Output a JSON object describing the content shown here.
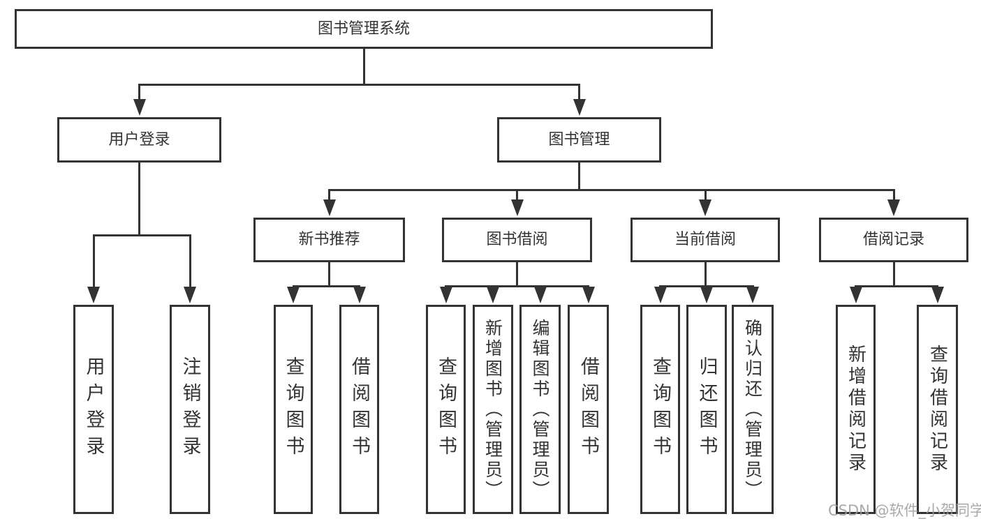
{
  "diagram": {
    "line_color": "#333333",
    "box_border_color": "#333333",
    "text_color": "#333333",
    "background_color": "#ffffff",
    "watermark": {
      "text": "CSDN @软件_小贺同学",
      "color": "#9b9b9b"
    },
    "tree": {
      "id": "system-root",
      "label": "图书管理系统",
      "children": [
        {
          "id": "user-login",
          "label": "用户登录",
          "children": [
            {
              "id": "user-login-action",
              "label": "用户登录",
              "vertical": true
            },
            {
              "id": "logout-action",
              "label": "注销登录",
              "vertical": true
            }
          ]
        },
        {
          "id": "book-mgmt",
          "label": "图书管理",
          "children": [
            {
              "id": "new-book-rec",
              "label": "新书推荐",
              "children": [
                {
                  "id": "query-book-1",
                  "label": "查询图书",
                  "vertical": true
                },
                {
                  "id": "borrow-book-1",
                  "label": "借阅图书",
                  "vertical": true
                }
              ]
            },
            {
              "id": "book-borrow",
              "label": "图书借阅",
              "children": [
                {
                  "id": "query-book-2",
                  "label": "查询图书",
                  "vertical": true
                },
                {
                  "id": "add-book",
                  "label": "新增图书（管理员）",
                  "vertical": true
                },
                {
                  "id": "edit-book",
                  "label": "编辑图书（管理员）",
                  "vertical": true
                },
                {
                  "id": "borrow-book-2",
                  "label": "借阅图书",
                  "vertical": true
                }
              ]
            },
            {
              "id": "current-borrow",
              "label": "当前借阅",
              "children": [
                {
                  "id": "query-book-3",
                  "label": "查询图书",
                  "vertical": true
                },
                {
                  "id": "return-book",
                  "label": "归还图书",
                  "vertical": true
                },
                {
                  "id": "confirm-return",
                  "label": "确认归还（管理员）",
                  "vertical": true
                }
              ]
            },
            {
              "id": "borrow-records",
              "label": "借阅记录",
              "children": [
                {
                  "id": "add-borrow-record",
                  "label": "新增借阅记录",
                  "vertical": true
                },
                {
                  "id": "query-borrow-record",
                  "label": "查询借阅记录",
                  "vertical": true
                }
              ]
            }
          ]
        }
      ]
    }
  }
}
